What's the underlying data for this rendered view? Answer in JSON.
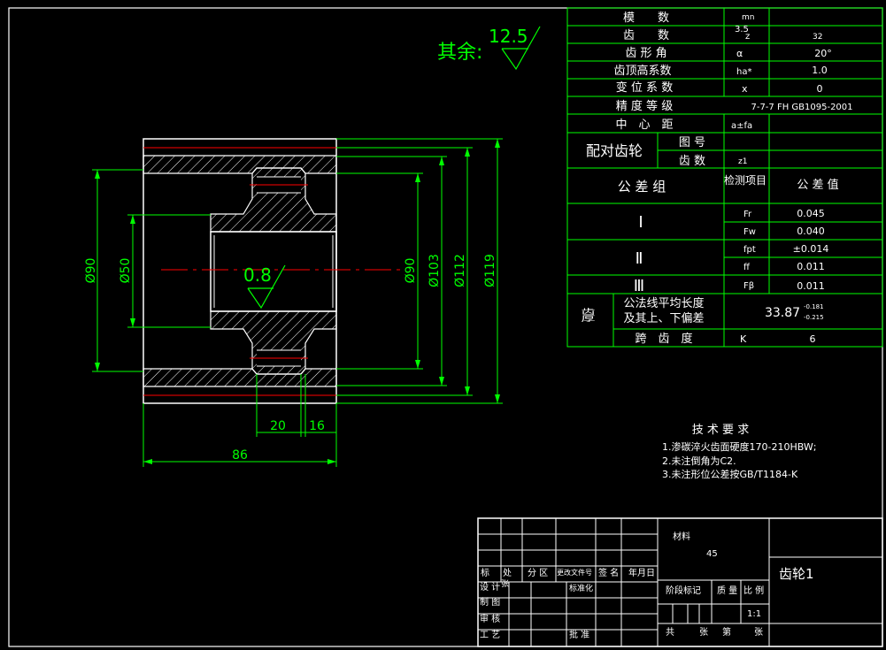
{
  "surface_finish": {
    "prefix": "其余:",
    "value": "12.5",
    "inner": "0.8"
  },
  "dims": {
    "d90_left": "Ø90",
    "d50": "Ø50",
    "d90_right": "Ø90",
    "d103": "Ø103",
    "d112": "Ø112",
    "d119": "Ø119",
    "w20": "20",
    "w16": "16",
    "w86": "86"
  },
  "params": {
    "module_label": "模　　数",
    "module_sym": "mn",
    "module_val": "3.5",
    "teeth_label": "齿　　数",
    "teeth_sym": "z",
    "teeth_val": "32",
    "angle_label": "齿 形 角",
    "angle_sym": "α",
    "angle_val": "20°",
    "addendum_label": "齿顶高系数",
    "addendum_sym": "ha*",
    "addendum_val": "1.0",
    "shift_label": "变 位 系 数",
    "shift_sym": "x",
    "shift_val": "0",
    "grade_label": "精 度 等 级",
    "grade_val": "7-7-7 FH GB1095-2001",
    "center_label": "中　心　距",
    "center_sym": "a±fa",
    "pair_label": "配对齿轮",
    "pair_fig": "图 号",
    "pair_teeth": "齿 数",
    "pair_sym": "z1",
    "tol_group": "公 差 组",
    "tol_check": "检测项目",
    "tol_value": "公 差 值",
    "roman1": "Ⅰ",
    "roman2": "Ⅱ",
    "roman3": "Ⅲ",
    "fr_sym": "Fr",
    "fr_val": "0.045",
    "fw_sym": "Fw",
    "fw_val": "0.040",
    "fpt_sym": "fpt",
    "fpt_val": "±0.014",
    "ff_sym": "ff",
    "ff_val": "0.011",
    "fb_sym": "Fβ",
    "fb_val": "0.011",
    "thick_label": "齿厚",
    "wk_label1": "公法线平均长度",
    "wk_label2": "及其上、下偏差",
    "wk_val": "33.87",
    "wk_up": "-0.181",
    "wk_low": "-0.215",
    "span_label": "跨　齿　度",
    "span_sym": "K",
    "span_val": "6"
  },
  "tech": {
    "title": "技 术 要 求",
    "line1": "1.渗碳淬火齿面硬度170-210HBW;",
    "line2": "2.未注倒角为C2.",
    "line3": "3.未注形位公差按GB/T1184-K"
  },
  "title_block": {
    "material_label": "材料",
    "material_val": "45",
    "part_name": "齿轮1",
    "h_mark": "标",
    "h_count": "处",
    "h_zone": "分 区",
    "h_doc": "更改文件号",
    "h_sign": "签 名",
    "h_date": "年月日",
    "design": "设 计",
    "design_mark": "张",
    "standard": "标准化",
    "draw": "制 图",
    "check": "审 核",
    "craft": "工 艺",
    "approve": "批 准",
    "stage": "阶段标记",
    "weight": "质 量",
    "scale_label": "比 例",
    "scale_val": "1:1",
    "total": "共",
    "sheets1": "张",
    "sheet_no": "第",
    "sheets2": "张"
  }
}
